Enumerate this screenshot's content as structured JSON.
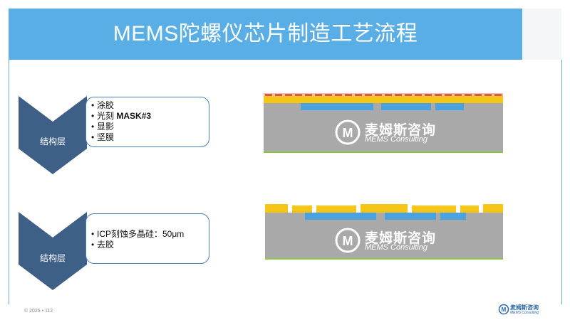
{
  "title": "MEMS陀螺仪芯片制造工艺流程",
  "steps": [
    {
      "layer": "结构层",
      "items": [
        "涂胶",
        "光刻",
        "显影",
        "坚膜"
      ],
      "mask_label": "MASK#3"
    },
    {
      "layer": "结构层",
      "items": [
        "ICP刻蚀多晶硅：50μm",
        "去胶"
      ]
    }
  ],
  "watermark": {
    "cn": "麦姆斯咨询",
    "en": "MEMS Consulting"
  },
  "footer": {
    "copyright": "© 2025 • 112",
    "logo_cn": "麦姆斯咨询",
    "logo_en": "MEMS Consulting"
  },
  "colors": {
    "title_bar": "#5aaee6",
    "chevron": "#3e5f86",
    "substrate": "#a9a9a9",
    "structure": "#f5c518",
    "electrode": "#4aa3e0",
    "photoresist": "#d95a4e",
    "base_line": "#8dc63f"
  }
}
